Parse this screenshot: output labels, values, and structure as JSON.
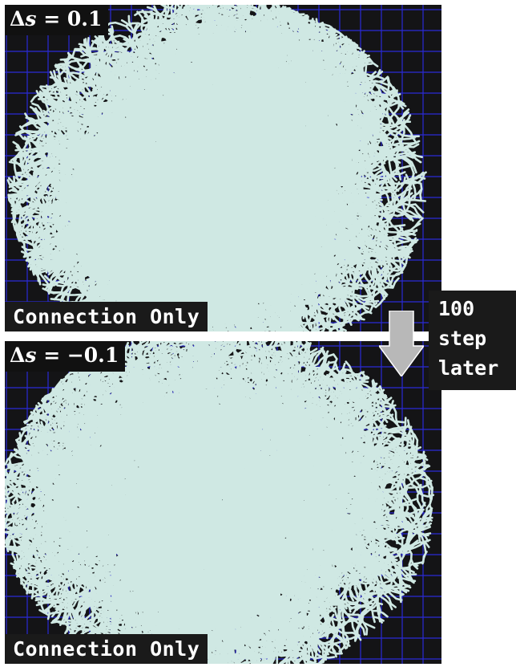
{
  "panels": [
    {
      "param": {
        "prefix": "Δ",
        "var": "s",
        "rest": " = 0.1"
      },
      "mode_label": "Connection Only",
      "colors": {
        "background": "#141416",
        "grid": "#2a2ad8",
        "network": "#cfe8e3"
      }
    },
    {
      "param": {
        "prefix": "Δ",
        "var": "s",
        "rest": " = −0.1"
      },
      "mode_label": "Connection Only",
      "colors": {
        "background": "#141416",
        "grid": "#2a2ad8",
        "network": "#cfe8e3"
      }
    }
  ],
  "transition": {
    "lines": [
      "100",
      "step",
      "later"
    ],
    "arrow_icon": "down-arrow-icon",
    "arrow_color": "#b8b8b8"
  }
}
